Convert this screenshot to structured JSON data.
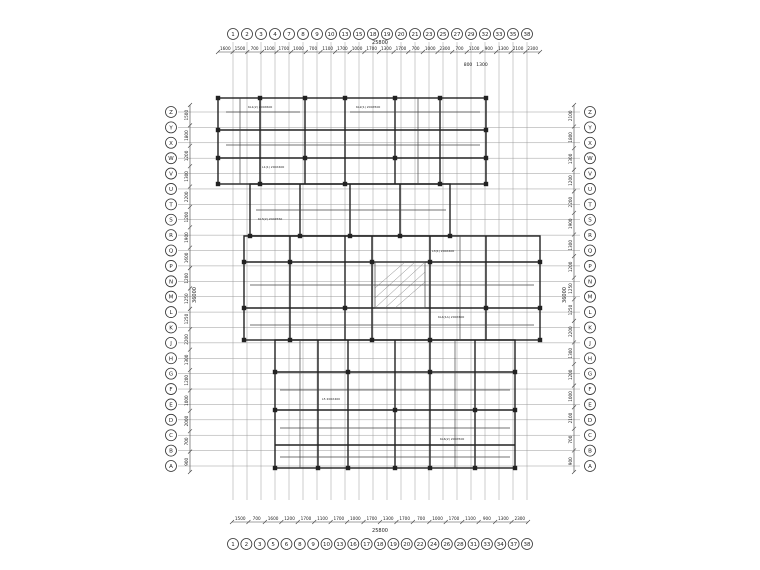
{
  "drawing": {
    "overall_top": "25800",
    "overall_bottom": "25800",
    "top_sub_a": "800",
    "top_sub_b": "1300",
    "left_overall": "36000",
    "right_overall": "36000"
  },
  "top_axes": [
    "1",
    "2",
    "3",
    "4",
    "7",
    "8",
    "9",
    "10",
    "13",
    "15",
    "18",
    "19",
    "20",
    "21",
    "23",
    "25",
    "27",
    "29",
    "32",
    "33",
    "35",
    "38"
  ],
  "top_dims": [
    "1600",
    "1500",
    "700",
    "1100",
    "1700",
    "1000",
    "700",
    "1100",
    "1700",
    "1000",
    "1700",
    "1300",
    "1700",
    "700",
    "1000",
    "2300",
    "700",
    "1100",
    "900",
    "1300",
    "2100",
    "2300"
  ],
  "bottom_axes": [
    "1",
    "2",
    "3",
    "5",
    "6",
    "8",
    "9",
    "10",
    "13",
    "16",
    "17",
    "18",
    "19",
    "20",
    "22",
    "24",
    "26",
    "28",
    "31",
    "33",
    "34",
    "37",
    "38"
  ],
  "bottom_dims": [
    "1500",
    "700",
    "1600",
    "1200",
    "1700",
    "1100",
    "1700",
    "1000",
    "1700",
    "1300",
    "1700",
    "700",
    "1000",
    "1700",
    "1100",
    "900",
    "1300",
    "2300"
  ],
  "left_axes": [
    "Z",
    "Y",
    "X",
    "W",
    "V",
    "U",
    "T",
    "S",
    "R",
    "Q",
    "P",
    "N",
    "M",
    "L",
    "K",
    "J",
    "H",
    "G",
    "F",
    "E",
    "D",
    "C",
    "B",
    "A"
  ],
  "left_dims": [
    "1500",
    "1800",
    "1200",
    "1300",
    "2200",
    "1200",
    "1900",
    "1600",
    "1200",
    "1250",
    "1250",
    "2200",
    "1300",
    "1200",
    "1000",
    "2000",
    "700",
    "900"
  ],
  "right_axes": [
    "Z",
    "Y",
    "X",
    "W",
    "V",
    "U",
    "T",
    "S",
    "R",
    "Q",
    "P",
    "N",
    "M",
    "L",
    "K",
    "J",
    "H",
    "G",
    "F",
    "E",
    "D",
    "C",
    "B",
    "A"
  ],
  "right_dims": [
    "2100",
    "1800",
    "1300",
    "1200",
    "2200",
    "1900",
    "1300",
    "1200",
    "1250",
    "1250",
    "2200",
    "1300",
    "1200",
    "1000",
    "2100",
    "700",
    "900"
  ],
  "annotations": {
    "label_a": "KL1(2) 200X600",
    "label_b": "KL2(1) 200X500",
    "label_c": "L1(1) 200X400",
    "label_d": "KL3(2) 200X550",
    "label_e": "L3(1) 200X400",
    "label_f": "KL4(1A) 200X600",
    "label_g": "L5 200X400",
    "label_h": "KL6(2) 200X500"
  }
}
